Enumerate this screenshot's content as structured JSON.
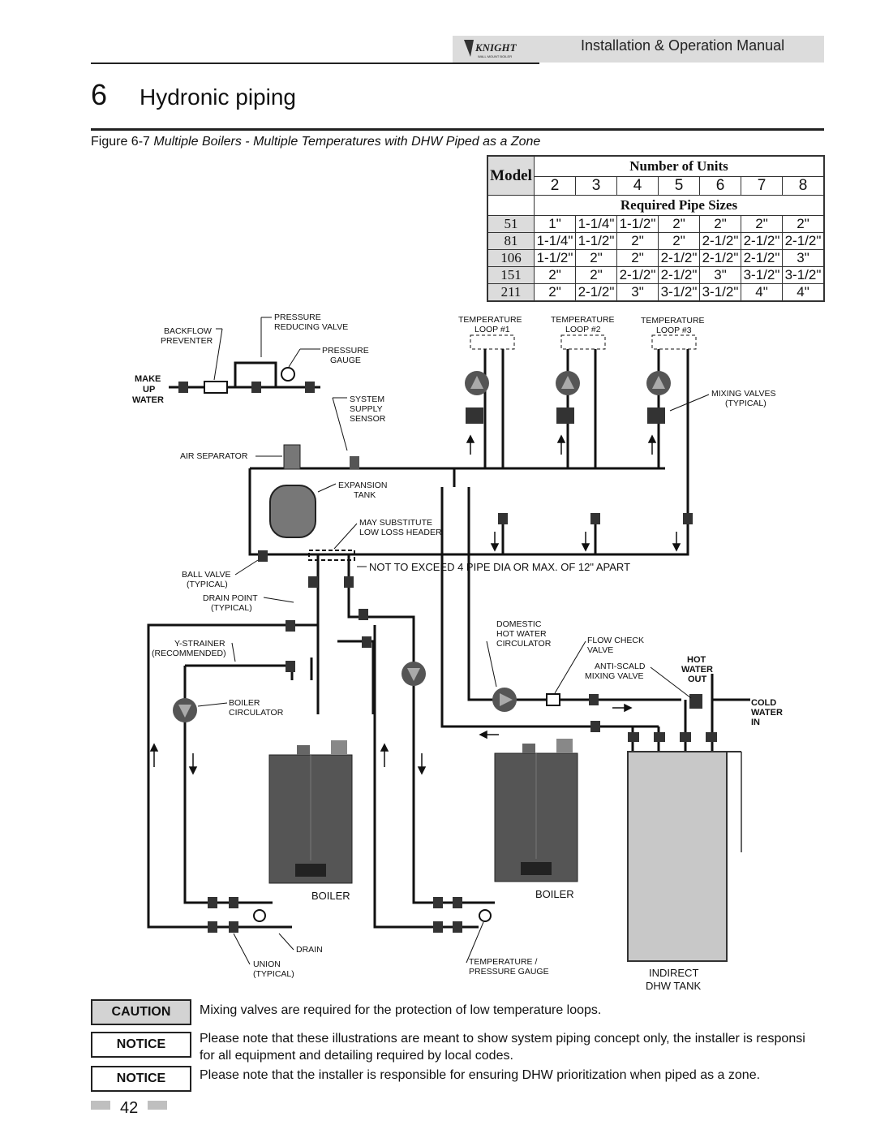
{
  "header": {
    "logo_text": "KNIGHT",
    "logo_sub": "WALL MOUNT BOILER",
    "manual_title": "Installation & Operation Manual"
  },
  "chapter": {
    "number": "6",
    "title": "Hydronic piping"
  },
  "figure": {
    "label": "Figure 6-7",
    "caption": "Multiple Boilers - Multiple Temperatures with DHW Piped as a Zone"
  },
  "pipe_table": {
    "title": "Number of Units",
    "model_label": "Model",
    "subtitle": "Required Pipe Sizes",
    "units": [
      "2",
      "3",
      "4",
      "5",
      "6",
      "7",
      "8"
    ],
    "rows": [
      {
        "model": "51",
        "sizes": [
          "1\"",
          "1-1/4\"",
          "1-1/2\"",
          "2\"",
          "2\"",
          "2\"",
          "2\""
        ]
      },
      {
        "model": "81",
        "sizes": [
          "1-1/4\"",
          "1-1/2\"",
          "2\"",
          "2\"",
          "2-1/2\"",
          "2-1/2\"",
          "2-1/2\""
        ]
      },
      {
        "model": "106",
        "sizes": [
          "1-1/2\"",
          "2\"",
          "2\"",
          "2-1/2\"",
          "2-1/2\"",
          "2-1/2\"",
          "3\""
        ]
      },
      {
        "model": "151",
        "sizes": [
          "2\"",
          "2\"",
          "2-1/2\"",
          "2-1/2\"",
          "3\"",
          "3-1/2\"",
          "3-1/2\""
        ]
      },
      {
        "model": "211",
        "sizes": [
          "2\"",
          "2-1/2\"",
          "3\"",
          "3-1/2\"",
          "3-1/2\"",
          "4\"",
          "4\""
        ]
      }
    ]
  },
  "diagram": {
    "pressure_reducing_valve": [
      "PRESSURE",
      "REDUCING VALVE"
    ],
    "backflow_preventer": [
      "BACKFLOW",
      "PREVENTER"
    ],
    "pressure_gauge": [
      "PRESSURE",
      "GAUGE"
    ],
    "make_up_water": [
      "MAKE",
      "UP",
      "WATER"
    ],
    "system_supply_sensor": [
      "SYSTEM",
      "SUPPLY",
      "SENSOR"
    ],
    "air_separator": "AIR SEPARATOR",
    "expansion_tank": [
      "EXPANSION",
      "TANK"
    ],
    "low_loss_header": [
      "MAY SUBSTITUTE",
      "LOW LOSS HEADER"
    ],
    "not_to_exceed": "NOT TO EXCEED 4  PIPE DIA OR MAX. OF 12\" APART",
    "ball_valve": [
      "BALL VALVE",
      "(TYPICAL)"
    ],
    "drain_point": [
      "DRAIN POINT",
      "(TYPICAL)"
    ],
    "y_strainer": [
      "Y-STRAINER",
      "(RECOMMENDED)"
    ],
    "boiler_circulator": [
      "BOILER",
      "CIRCULATOR"
    ],
    "temp_loop_1": [
      "TEMPERATURE",
      "LOOP #1"
    ],
    "temp_loop_2": [
      "TEMPERATURE",
      "LOOP #2"
    ],
    "temp_loop_3": [
      "TEMPERATURE",
      "LOOP #3"
    ],
    "mixing_valves": [
      "MIXING VALVES",
      "(TYPICAL)"
    ],
    "dhw_circulator": [
      "DOMESTIC",
      "HOT WATER",
      "CIRCULATOR"
    ],
    "flow_check_valve": [
      "FLOW CHECK",
      "VALVE"
    ],
    "anti_scald": [
      "ANTI-SCALD",
      "MIXING VALVE"
    ],
    "hot_water_out": [
      "HOT",
      "WATER",
      "OUT"
    ],
    "cold_water_in": [
      "COLD",
      "WATER",
      "IN"
    ],
    "boiler_1": "BOILER",
    "boiler_2": "BOILER",
    "drain": "DRAIN",
    "union": [
      "UNION",
      "(TYPICAL)"
    ],
    "temp_pressure_gauge": [
      "TEMPERATURE /",
      "PRESSURE GAUGE"
    ],
    "indirect_tank": [
      "INDIRECT",
      "DHW TANK"
    ]
  },
  "notices": [
    {
      "type": "CAUTION",
      "text": "Mixing valves are required for the protection of low temperature loops."
    },
    {
      "type": "NOTICE",
      "text_line1": "Please note that these illustrations are meant to show system piping concept only, the installer is responsi",
      "text_line2": "for all equipment and detailing required by local codes."
    },
    {
      "type": "NOTICE",
      "text": "Please note that the installer is responsible for ensuring DHW prioritization when piped as a zone."
    }
  ],
  "page_number": "42",
  "colors": {
    "header_bg": "#dcdcdc",
    "caution_bg": "#d3d3d3",
    "boiler": "#555555",
    "tank": "#c8c8c8"
  }
}
